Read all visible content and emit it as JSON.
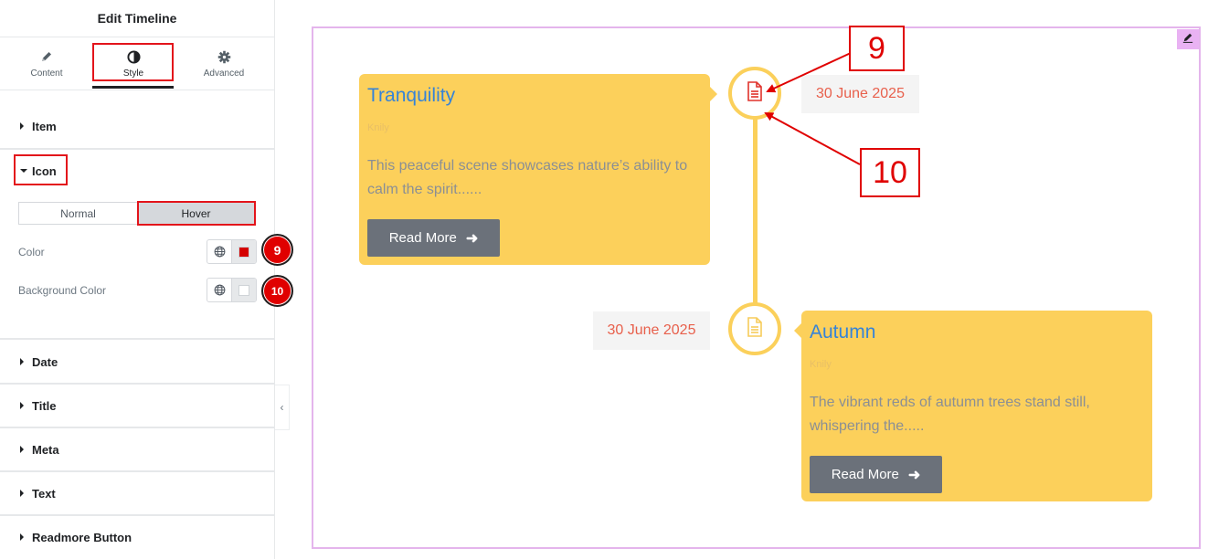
{
  "panel": {
    "title": "Edit Timeline",
    "tabs": [
      {
        "label": "Content",
        "icon": "pencil-icon"
      },
      {
        "label": "Style",
        "icon": "contrast-icon"
      },
      {
        "label": "Advanced",
        "icon": "gear-icon"
      }
    ],
    "active_tab": "Style",
    "sections": {
      "item": "Item",
      "icon": "Icon",
      "date": "Date",
      "title": "Title",
      "meta": "Meta",
      "text": "Text",
      "readmore": "Readmore Button"
    },
    "icon_section": {
      "states": [
        "Normal",
        "Hover"
      ],
      "active_state": "Hover",
      "color_label": "Color",
      "color_value": "#d40000",
      "bg_color_label": "Background Color",
      "bg_color_value": "#ffffff"
    },
    "badges": [
      "9",
      "10"
    ]
  },
  "canvas": {
    "items": [
      {
        "title": "Tranquility",
        "meta": "Knily",
        "text": "This peaceful scene showcases nature’s ability to calm the spirit......",
        "button": "Read More",
        "date": "30 June 2025",
        "icon": "document-icon",
        "icon_color": "#e0322b"
      },
      {
        "title": "Autumn",
        "meta": "Knily",
        "text": "The vibrant reds of autumn trees stand still, whispering the.....",
        "button": "Read More",
        "date": "30 June 2025",
        "icon": "document-icon",
        "icon_color": "#f7cc5a"
      }
    ],
    "callouts": [
      "9",
      "10"
    ]
  },
  "colors": {
    "accent_red": "#e00000",
    "card_yellow": "#fcd05b",
    "title_blue": "#3583d8",
    "date_orange": "#e8604c",
    "frame_pink": "#e4b5ec"
  }
}
